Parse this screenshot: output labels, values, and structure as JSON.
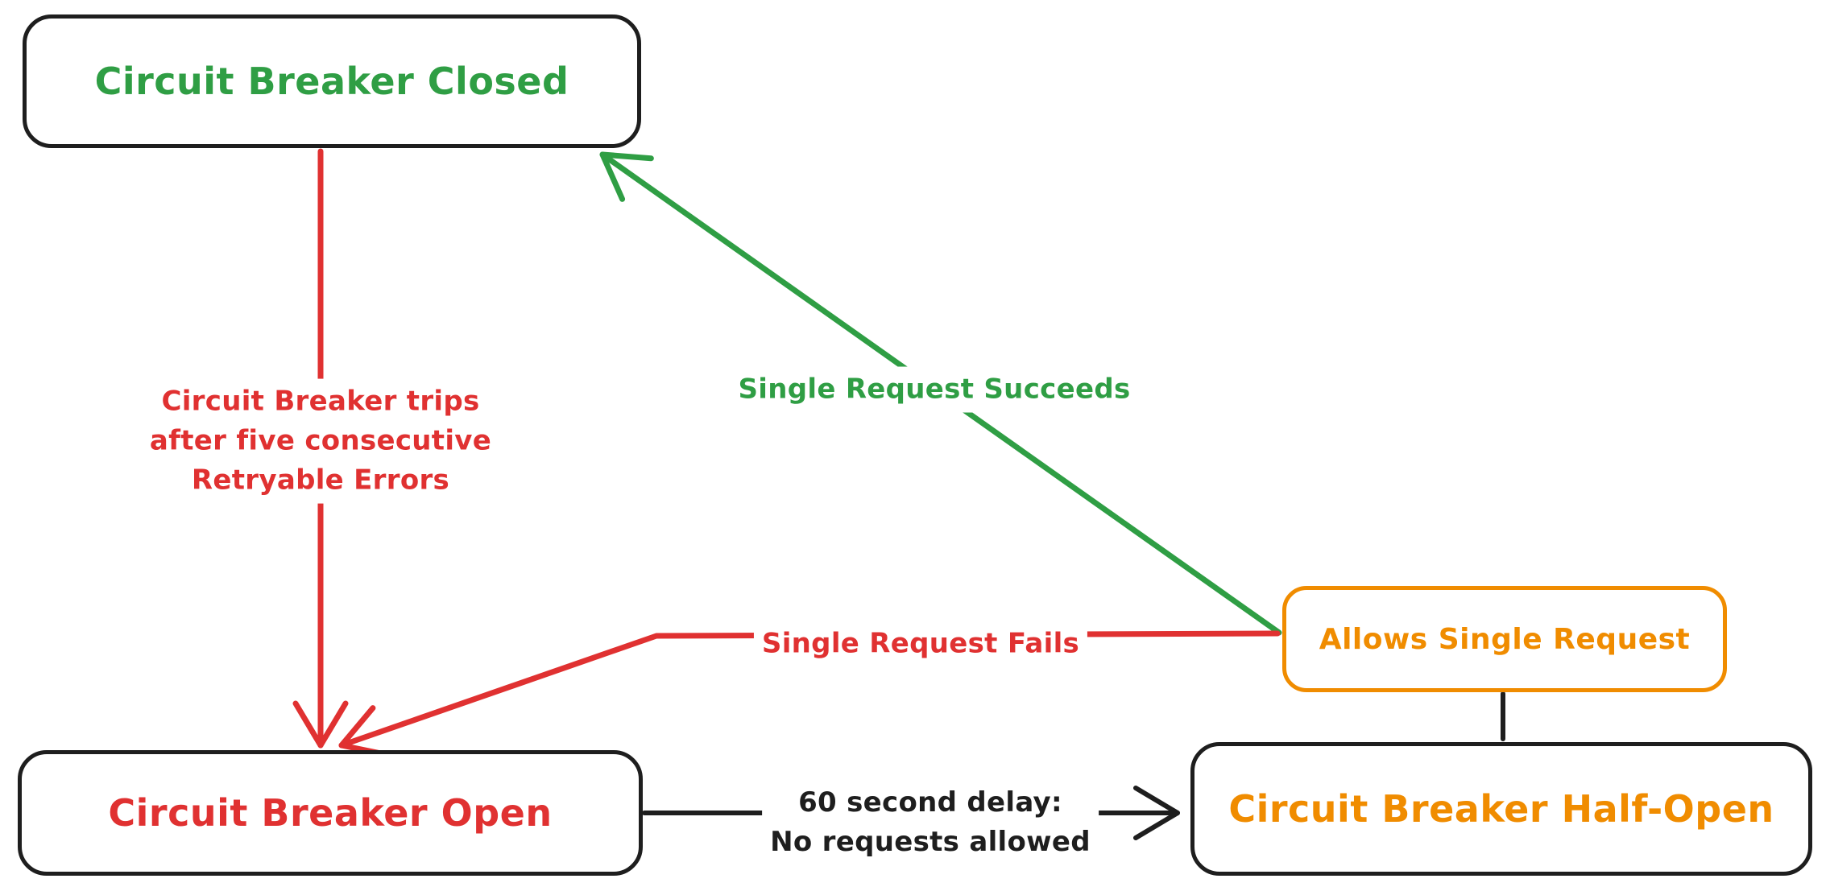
{
  "title": "Circuit Breaker State Diagram",
  "colors": {
    "green": "#2f9e44",
    "red": "#e03131",
    "orange": "#f08c00",
    "black": "#1e1e1e",
    "background": "#ffffff"
  },
  "nodes": {
    "closed": {
      "label": "Circuit Breaker Closed"
    },
    "open": {
      "label": "Circuit Breaker Open"
    },
    "half_open": {
      "label": "Circuit Breaker Half-Open"
    },
    "allows": {
      "label": "Allows Single Request"
    }
  },
  "edges": {
    "trips": {
      "from": "closed",
      "to": "open",
      "color": "#e03131",
      "lines": [
        "Circuit Breaker trips",
        "after five consecutive",
        "Retryable Errors"
      ]
    },
    "succeeds": {
      "from": "allows",
      "to": "closed",
      "color": "#2f9e44",
      "label": "Single Request Succeeds"
    },
    "fails": {
      "from": "allows",
      "to": "open",
      "color": "#e03131",
      "label": "Single Request Fails"
    },
    "delay": {
      "from": "open",
      "to": "half_open",
      "color": "#1e1e1e",
      "lines": [
        "60 second delay:",
        "No requests allowed"
      ]
    },
    "half_open_link": {
      "from": "allows",
      "to": "half_open",
      "color": "#1e1e1e",
      "label": ""
    }
  }
}
